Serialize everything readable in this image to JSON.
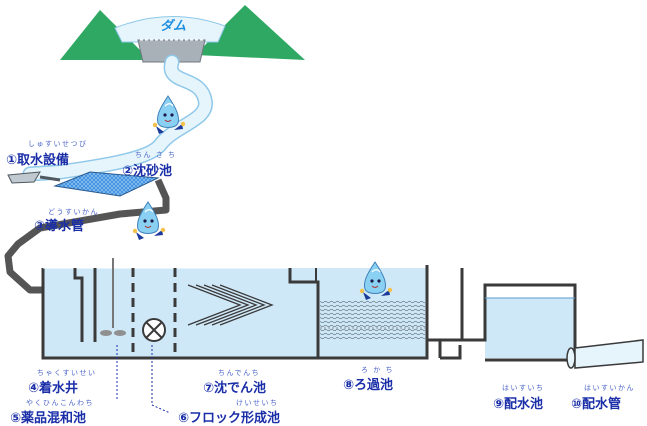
{
  "dam": {
    "label": "ダム"
  },
  "stations": [
    {
      "label": "①取水設備",
      "reading": "しゅすいせつび"
    },
    {
      "label": "②沈砂池",
      "reading": "ちん さ ち"
    },
    {
      "label": "③導水管",
      "reading": "どうすいかん"
    },
    {
      "label": "④着水井",
      "reading": "ちゃくすいせい"
    },
    {
      "label": "⑤薬品混和池",
      "reading": "やくひんこんわち"
    },
    {
      "label": "⑥フロック形成池",
      "reading": "けいせいち"
    },
    {
      "label": "⑦沈でん池",
      "reading": "ちんでんち"
    },
    {
      "label": "⑧ろ過池",
      "reading": "ろ か ち"
    },
    {
      "label": "⑨配水池",
      "reading": "はいすいち"
    },
    {
      "label": "⑩配水管",
      "reading": "はいすいかん"
    }
  ],
  "colors": {
    "water": "#cfe8f8",
    "outline": "#3a3a3a",
    "mountain": "#2fa864",
    "dam_wall": "#a8b0b8",
    "label": "#1a2ea8",
    "reading": "#4a64c8",
    "river": "#e6f4fb",
    "river_edge": "#8ec8ea",
    "sand_basin": "#3f8fe0"
  },
  "icons": {
    "mascot": "water-droplet-mascot",
    "mixer": "stirring-paddle-icon",
    "flocculator": "circle-x-flocculator-icon"
  }
}
